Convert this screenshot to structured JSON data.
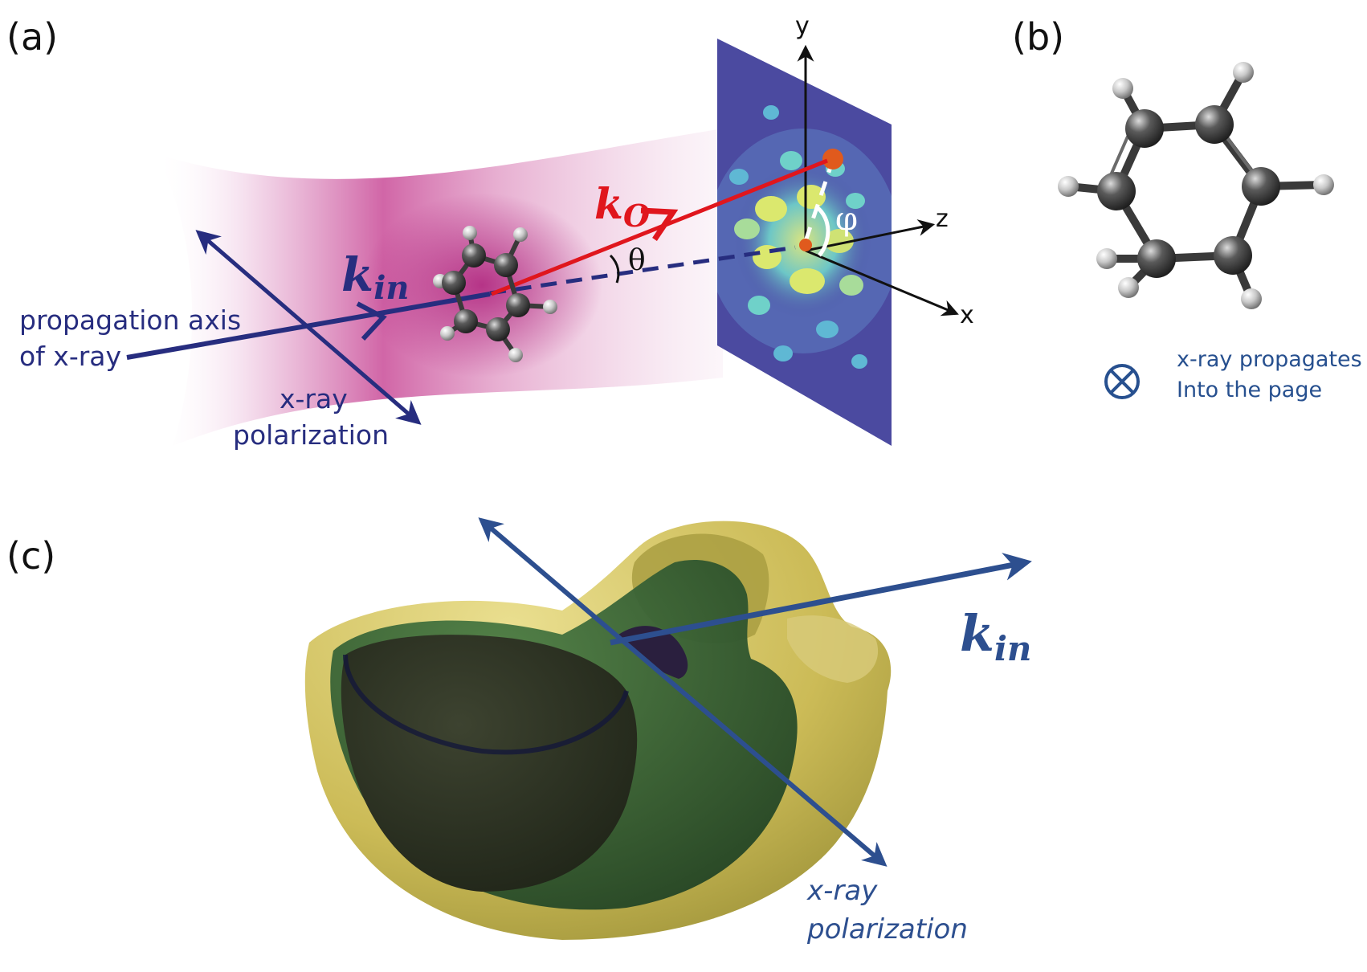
{
  "panels": {
    "a": {
      "label": "(a)"
    },
    "b": {
      "label": "(b)"
    },
    "c": {
      "label": "(c)"
    }
  },
  "panel_a": {
    "propagation_label_line1": "propagation axis",
    "propagation_label_line2": "of x-ray",
    "polarization_label_line1": "x-ray",
    "polarization_label_line2": "polarization",
    "k_in_main": "k",
    "k_in_sub": "in",
    "k_o_main": "k",
    "k_o_sub": "O",
    "theta": "θ",
    "phi": "φ",
    "axis_x": "x",
    "axis_y": "y",
    "axis_z": "z"
  },
  "panel_b": {
    "legend_line1": "x-ray propagates",
    "legend_line2": "Into the page",
    "legend_symbol": "⊗"
  },
  "panel_c": {
    "k_in_main": "k",
    "k_in_sub": "in",
    "polarization_line1": "x-ray",
    "polarization_line2": "polarization"
  },
  "colors": {
    "navy_arrow": "#272d7f",
    "red_arrow": "#e0161d",
    "c_arrow": "#2d4f8f",
    "detector_bg": "#4b4aa0",
    "beam_magenta": "#c0368f",
    "outer_shell": "#c9b84c",
    "inner_shell": "#2f6b34"
  }
}
